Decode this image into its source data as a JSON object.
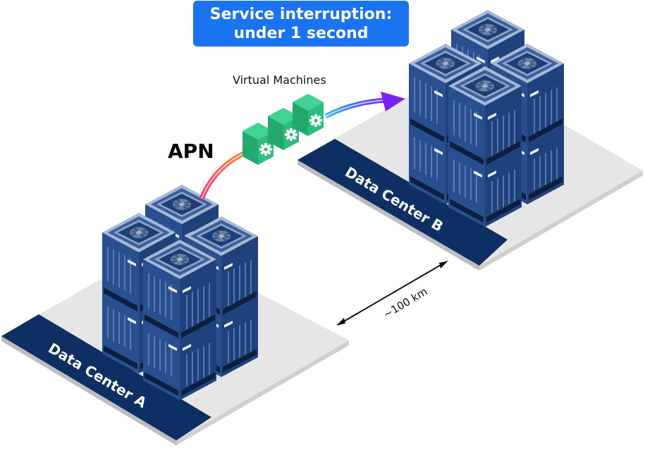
{
  "banner": {
    "line1": "Service interruption:",
    "line2": "under 1 second",
    "color": "#1a73f0"
  },
  "labels": {
    "virtual_machines": "Virtual Machines",
    "apn": "APN",
    "distance": "~100 km"
  },
  "data_centers": [
    {
      "id": "A",
      "label": "Data Center A",
      "racks": 4
    },
    {
      "id": "B",
      "label": "Data Center B",
      "racks": 4
    }
  ],
  "virtual_machines": {
    "count": 3,
    "icon": "gear-icon",
    "color": "#2dbd7e"
  },
  "colors": {
    "platform_band": "#0d2f63",
    "platform_top": "#e6e6e6",
    "rack_dark": "#1c3f78",
    "rack_mid": "#2d5599",
    "arrow_start": "#f0336e",
    "arrow_mid": "#ff8a3d",
    "arrow_end": "#7a22f5"
  }
}
